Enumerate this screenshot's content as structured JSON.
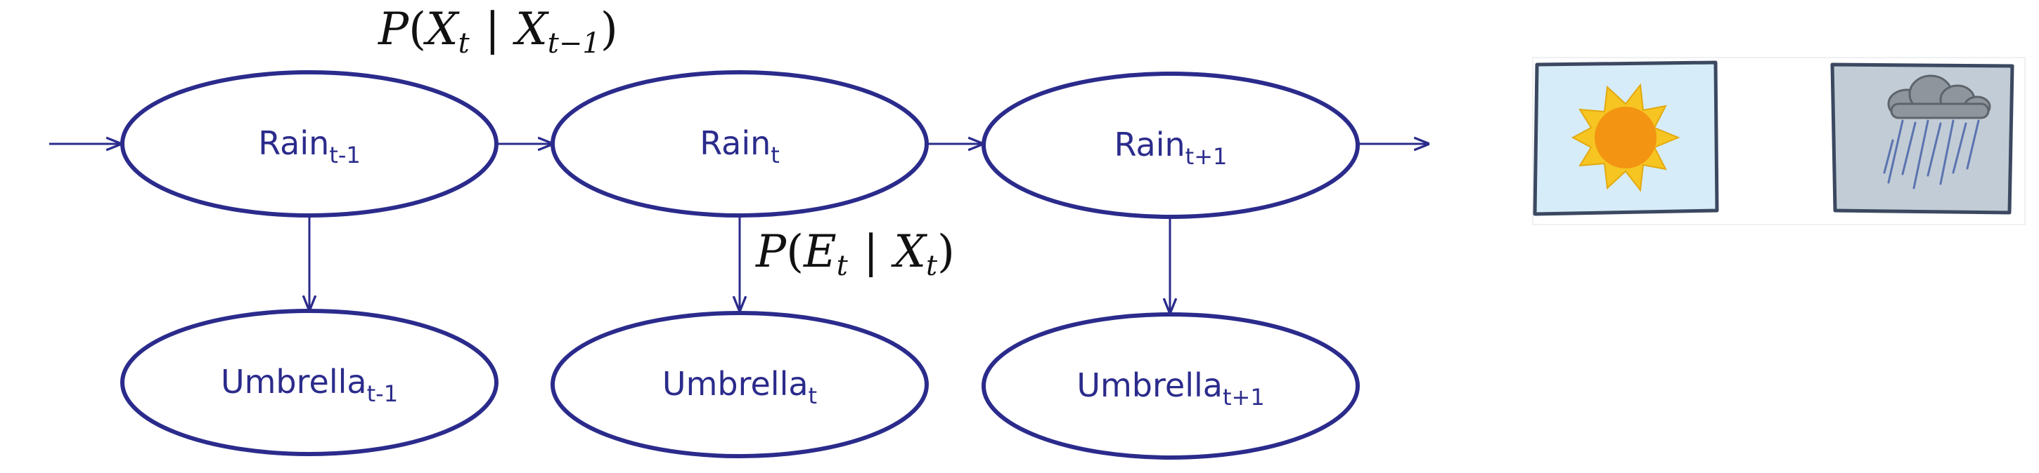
{
  "colors": {
    "node_stroke": "#2b2b8c",
    "node_text": "#2b2b8c",
    "formula_text": "#111111",
    "sky_sunny": "#d6ecf8",
    "sky_rainy": "#c2ccd6",
    "sun_rays": "#f6c521",
    "sun_core": "#f39412",
    "cloud": "#8f959c",
    "rain": "#5b73b0"
  },
  "formulas": {
    "transition": {
      "p": "P",
      "paren_open": "(",
      "x1": "X",
      "x1_sub": "t",
      "bar": "|",
      "x2": "X",
      "x2_sub": "t−1",
      "paren_close": ")"
    },
    "emission": {
      "p": "P",
      "paren_open": "(",
      "e": "E",
      "e_sub": "t",
      "bar": "|",
      "x": "X",
      "x_sub": "t",
      "paren_close": ")"
    }
  },
  "nodes": {
    "rain_prev": {
      "label": "Rain",
      "sub": "t-1"
    },
    "rain_curr": {
      "label": "Rain",
      "sub": "t"
    },
    "rain_next": {
      "label": "Rain",
      "sub": "t+1"
    },
    "umbrella_prev": {
      "label": "Umbrella",
      "sub": "t-1"
    },
    "umbrella_curr": {
      "label": "Umbrella",
      "sub": "t"
    },
    "umbrella_next": {
      "label": "Umbrella",
      "sub": "t+1"
    }
  },
  "icons": {
    "sunny": "sun-icon",
    "rainy": "rain-cloud-icon"
  }
}
